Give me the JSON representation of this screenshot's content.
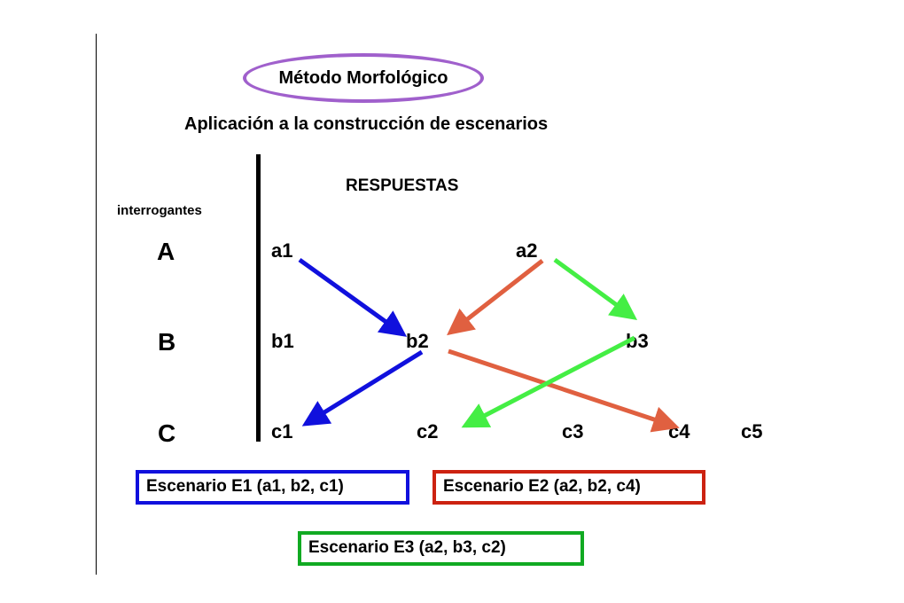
{
  "title": "Método Morfológico",
  "subtitle": "Aplicación a la construcción de escenarios",
  "responses_header": "RESPUESTAS",
  "questions_header": "interrogantes",
  "questions": [
    "A",
    "B",
    "C"
  ],
  "options": {
    "a": [
      "a1",
      "a2"
    ],
    "b": [
      "b1",
      "b2",
      "b3"
    ],
    "c": [
      "c1",
      "c2",
      "c3",
      "c4",
      "c5"
    ]
  },
  "scenarios": [
    {
      "label": "Escenario E1  (a1, b2, c1)",
      "path": [
        "a1",
        "b2",
        "c1"
      ],
      "color": "#1010dd"
    },
    {
      "label": "Escenario E2 (a2, b2, c4)",
      "path": [
        "a2",
        "b2",
        "c4"
      ],
      "color": "#e06040"
    },
    {
      "label": "Escenario E3  (a2, b3, c2)",
      "path": [
        "a2",
        "b3",
        "c2"
      ],
      "color": "#44ee44"
    }
  ],
  "colors": {
    "oval": "#a060cc",
    "e1_border": "#1010dd",
    "e2_border": "#cc2211",
    "e3_border": "#11aa22"
  }
}
